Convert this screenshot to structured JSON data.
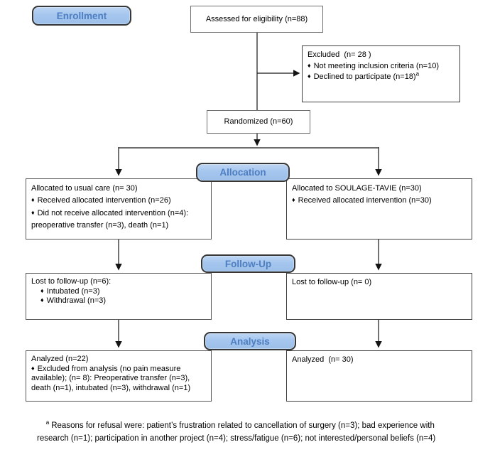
{
  "stages": {
    "enrollment": "Enrollment",
    "allocation": "Allocation",
    "followup": "Follow-Up",
    "analysis": "Analysis"
  },
  "bullet_glyph": "♦",
  "boxes": {
    "assessed": {
      "text": "Assessed for eligibility (n=88)"
    },
    "excluded": {
      "title": "Excluded  (n= 28 )",
      "items": [
        "Not meeting inclusion criteria (n=10)",
        "Declined to participate (n=18)"
      ]
    },
    "randomized": {
      "text": "Randomized (n=60)"
    },
    "allocation_left": {
      "title": "Allocated to usual care (n= 30)",
      "items": [
        "Received allocated intervention (n=26)",
        "Did not receive allocated intervention (n=4): preoperative transfer (n=3), death (n=1)"
      ]
    },
    "allocation_right": {
      "title": "Allocated to SOULAGE-TAVIE (n=30)",
      "items": [
        "Received allocated intervention (n=30)"
      ]
    },
    "followup_left": {
      "title": "Lost to follow-up (n=6):",
      "items": [
        "Intubated (n=3)",
        "Withdrawal (n=3)"
      ]
    },
    "followup_right": {
      "title": "Lost to follow-up (n= 0)"
    },
    "analysis_left": {
      "title": "Analyzed (n=22)",
      "items": [
        "Excluded from analysis (no pain measure available); (n= 8): Preoperative transfer (n=3), death (n=1), intubated (n=3), withdrawal (n=1)"
      ]
    },
    "analysis_right": {
      "title": "Analyzed  (n= 30)"
    }
  },
  "footnote": {
    "marker": "a",
    "text": "Reasons for refusal were: patient’s frustration related to cancellation of surgery (n=3); bad experience with research (n=1); participation in another project (n=4); stress/fatigue (n=6); not interested/personal beliefs (n=4)"
  }
}
